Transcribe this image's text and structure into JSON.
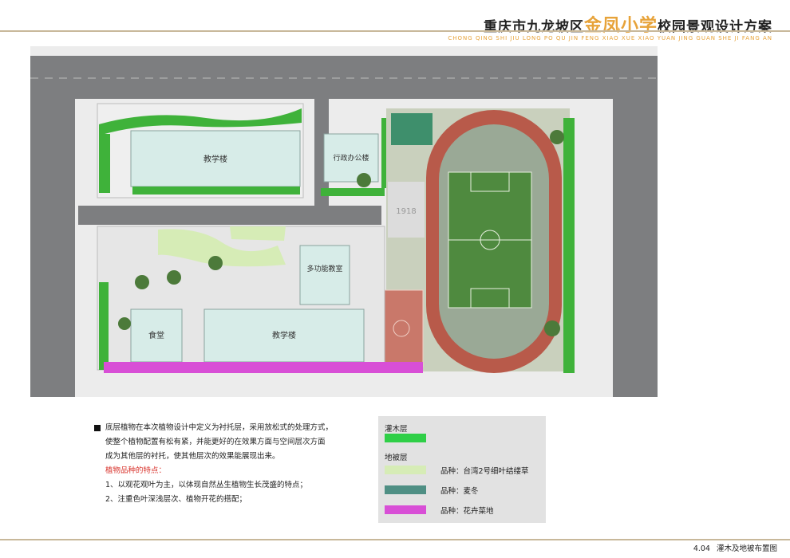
{
  "header": {
    "title_pre": "重庆市九龙坡区",
    "title_accent": "金凤小学",
    "title_post": "校园景观设计方案",
    "subtitle": "CHONG QING SHI JIU LONG PO QU JIN FENG XIAO XUE XIAO YUAN JING GUAN SHE JI FANG AN"
  },
  "plan": {
    "labels": {
      "teaching_north": "教学楼",
      "admin": "行政办公楼",
      "multipurpose": "多功能教室",
      "canteen": "食堂",
      "teaching_south": "教学楼",
      "entrance_mark": "1918"
    },
    "colors": {
      "road": "#7d7e80",
      "building": "#d7ece8",
      "field": "#4f8a3f",
      "track": "#b85a4a",
      "shrub": "#3fb23a",
      "ground": "#d6ecb6",
      "flower": "#d84fd6",
      "basketball": "#c9786a"
    }
  },
  "description": {
    "paragraph": [
      "底层植物在本次植物设计中定义为衬托层，采用放松式的处理方式，",
      "使整个植物配置有松有紧，并能更好的在效果方面与空间层次方面",
      "成为其他层的衬托，使其他层次的效果能展现出来。"
    ],
    "features_title": "植物品种的特点：",
    "features": [
      "1、以观花观叶为主，以体现自然丛生植物生长茂盛的特点；",
      "2、注重色叶深浅层次、植物开花的搭配；"
    ]
  },
  "legend": {
    "shrub_title": "灌木层",
    "ground_title": "地被层",
    "items": [
      {
        "label": "品种：台湾2号细叶结缕草",
        "color": "#d6ecb6"
      },
      {
        "label": "品种：麦冬",
        "color": "#4f8f84"
      },
      {
        "label": "品种：花卉菜地",
        "color": "#d84fd6"
      }
    ],
    "shrub_color": "#2fcf47"
  },
  "footer": {
    "number": "4.04",
    "title": "灌木及地被布置图"
  }
}
